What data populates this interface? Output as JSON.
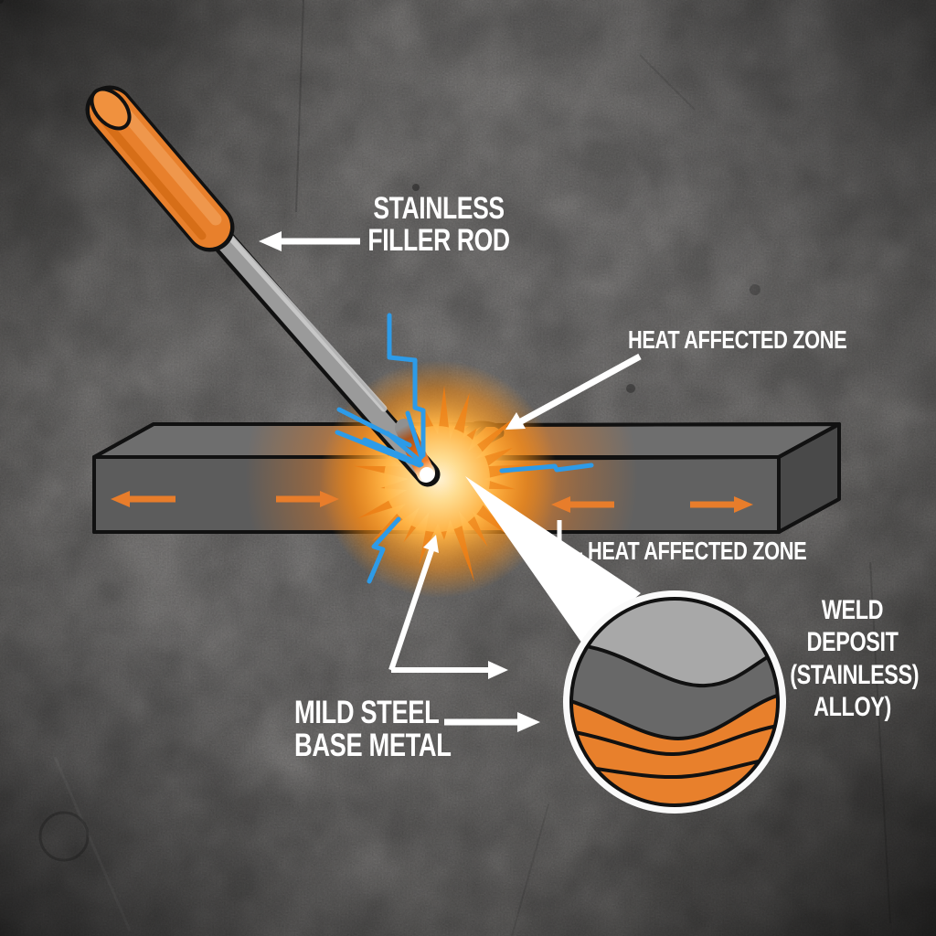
{
  "labels": {
    "filler_rod": "STAINLESS\nFILLER ROD",
    "haz_top": "HEAT AFFECTED ZONE",
    "haz_bottom": "HEAT AFFECTED ZONE",
    "base_metal": "MILD STEEL\nBASE METAL",
    "weld_deposit": "WELD DEPOSIT\n(STAINLESS)\nALLOY)"
  },
  "icons": {
    "white_label_arrow": "→",
    "orange_stress_arrow": "→",
    "arc_lightning_bolt": "⚡",
    "magnifier_callout_wedge": "◣"
  },
  "colors": {
    "accent_orange": "#E8802C",
    "arc_blue": "#2D9BE8",
    "steel_front": "#5F5F5F",
    "steel_top": "#6E6E6E",
    "steel_side": "#4A4A4A",
    "outline_black": "#111111",
    "label_text": "#FFFFFF",
    "spark_core": "#FFE29A",
    "background_concrete": "#8D8B89"
  },
  "inset": {
    "layer_colors_top_to_bottom": [
      "#A8A8A8",
      "#686868",
      "#E8802C"
    ]
  }
}
